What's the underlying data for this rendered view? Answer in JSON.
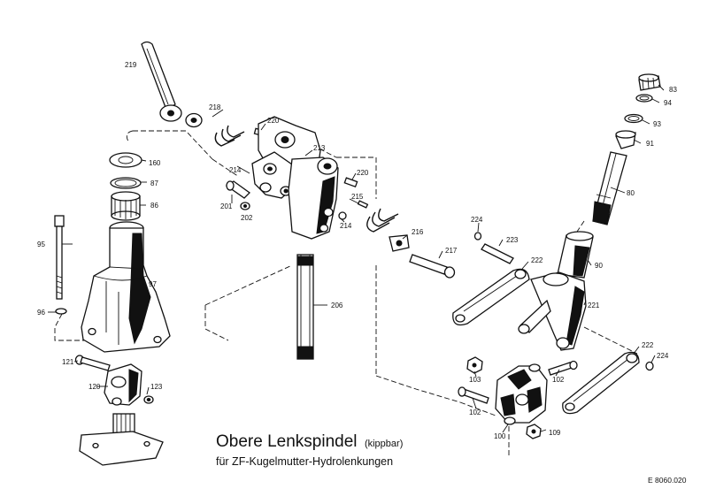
{
  "title": {
    "main": "Obere Lenkspindel",
    "paren": "(kippbar)",
    "subtitle": "für ZF-Kugelmutter-Hydrolenkungen"
  },
  "drawing_number": "E 8060.020",
  "part_labels": [
    {
      "id": "219",
      "text": "219"
    },
    {
      "id": "218",
      "text": "218"
    },
    {
      "id": "220a",
      "text": "220"
    },
    {
      "id": "213",
      "text": "213"
    },
    {
      "id": "214a",
      "text": "214"
    },
    {
      "id": "220b",
      "text": "220"
    },
    {
      "id": "215",
      "text": "215"
    },
    {
      "id": "201",
      "text": "201"
    },
    {
      "id": "202",
      "text": "202"
    },
    {
      "id": "214b",
      "text": "214"
    },
    {
      "id": "216",
      "text": "216"
    },
    {
      "id": "217",
      "text": "217"
    },
    {
      "id": "160",
      "text": "160"
    },
    {
      "id": "87",
      "text": "87"
    },
    {
      "id": "86",
      "text": "86"
    },
    {
      "id": "95",
      "text": "95"
    },
    {
      "id": "97",
      "text": "97"
    },
    {
      "id": "96",
      "text": "96"
    },
    {
      "id": "121",
      "text": "121"
    },
    {
      "id": "120",
      "text": "120"
    },
    {
      "id": "123",
      "text": "123"
    },
    {
      "id": "206",
      "text": "206"
    },
    {
      "id": "83",
      "text": "83"
    },
    {
      "id": "94",
      "text": "94"
    },
    {
      "id": "93",
      "text": "93"
    },
    {
      "id": "91",
      "text": "91"
    },
    {
      "id": "80",
      "text": "80"
    },
    {
      "id": "224a",
      "text": "224"
    },
    {
      "id": "223",
      "text": "223"
    },
    {
      "id": "222a",
      "text": "222"
    },
    {
      "id": "90",
      "text": "90"
    },
    {
      "id": "221",
      "text": "221"
    },
    {
      "id": "222b",
      "text": "222"
    },
    {
      "id": "224b",
      "text": "224"
    },
    {
      "id": "102a",
      "text": "102"
    },
    {
      "id": "103",
      "text": "103"
    },
    {
      "id": "102b",
      "text": "102"
    },
    {
      "id": "100",
      "text": "100"
    },
    {
      "id": "109",
      "text": "109"
    }
  ]
}
